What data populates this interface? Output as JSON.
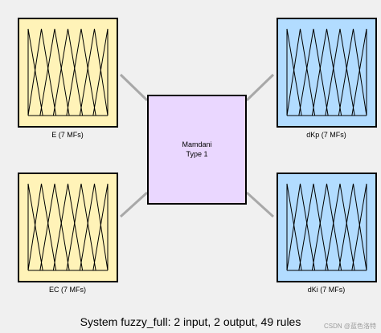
{
  "system": {
    "name": "fuzzy_full",
    "caption": "System fuzzy_full: 2 input, 2 output, 49 rules"
  },
  "engine": {
    "line1": "Mamdani",
    "line2": "Type 1",
    "fill": "#ead7ff"
  },
  "inputs": [
    {
      "name": "E",
      "label": "E (7 MFs)",
      "mf_count": 7
    },
    {
      "name": "EC",
      "label": "EC (7 MFs)",
      "mf_count": 7
    }
  ],
  "outputs": [
    {
      "name": "dKp",
      "label": "dKp (7 MFs)",
      "mf_count": 7
    },
    {
      "name": "dKi",
      "label": "dKi (7 MFs)",
      "mf_count": 7
    }
  ],
  "colors": {
    "input_fill": "#fff3b8",
    "output_fill": "#b2dcff",
    "connector": "#a8a8a8",
    "background": "#f0f0f0"
  },
  "watermark": "CSDN @蓝色洛特"
}
